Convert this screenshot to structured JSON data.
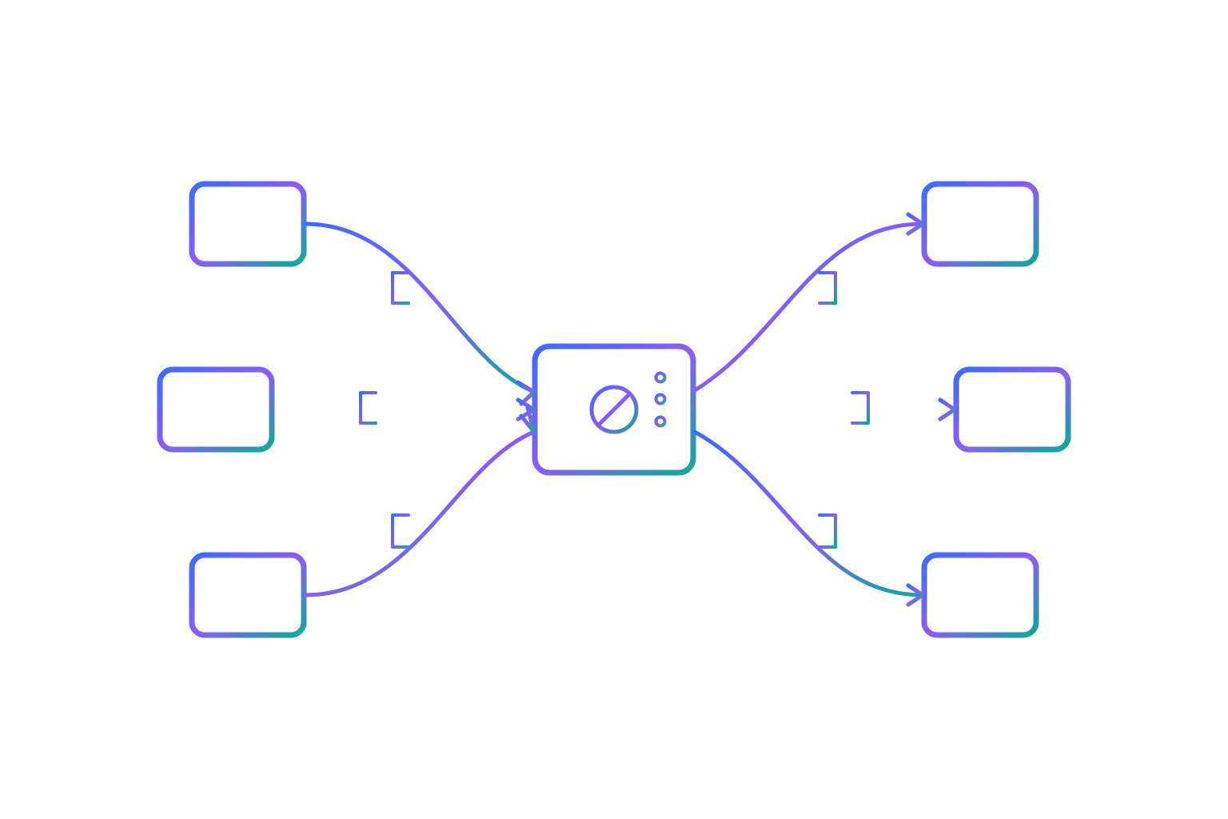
{
  "diagram": {
    "style": "outline flow diagram, no text labels",
    "colors": {
      "gradient_start": "#3b6cff",
      "gradient_mid": "#8b5cf6",
      "gradient_end": "#0fa89a",
      "background": "#ffffff"
    },
    "central_node": {
      "icon": "no-entry-icon",
      "secondary_icon": "three-dots-icon"
    },
    "input_nodes": [
      "input-top",
      "input-middle",
      "input-bottom"
    ],
    "output_nodes": [
      "output-top",
      "output-middle",
      "output-bottom"
    ],
    "edges": [
      {
        "from": "input-top",
        "to": "central",
        "arrow": true
      },
      {
        "from": "input-middle",
        "to": "central",
        "arrow": true,
        "connector": "broken"
      },
      {
        "from": "input-bottom",
        "to": "central",
        "arrow": true
      },
      {
        "from": "central",
        "to": "output-top",
        "arrow": true
      },
      {
        "from": "central",
        "to": "output-middle",
        "arrow": true,
        "connector": "broken"
      },
      {
        "from": "central",
        "to": "output-bottom",
        "arrow": true
      }
    ]
  }
}
